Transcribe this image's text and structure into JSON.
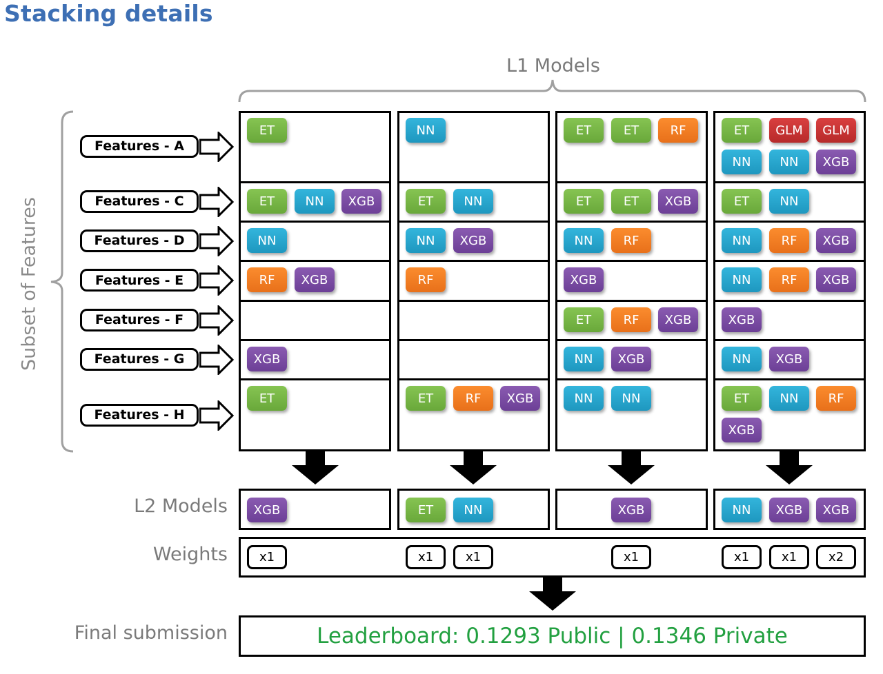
{
  "title": "Stacking details",
  "l1_label": "L1 Models",
  "subset_label": "Subset of Features",
  "l2_label": "L2 Models",
  "weights_label": "Weights",
  "final_label": "Final submission",
  "features": [
    "Features  - A",
    "Features  - C",
    "Features  - D",
    "Features  - E",
    "Features  - F",
    "Features  - G",
    "Features  - H"
  ],
  "l1_grid": [
    [
      [
        "ET"
      ],
      [
        "NN"
      ],
      [
        "ET",
        "ET",
        "RF"
      ],
      [
        "ET",
        "GLM",
        "GLM",
        "NN",
        "NN",
        "XGB"
      ]
    ],
    [
      [
        "ET",
        "NN",
        "XGB"
      ],
      [
        "ET",
        "NN"
      ],
      [
        "ET",
        "ET",
        "XGB"
      ],
      [
        "ET",
        "NN"
      ]
    ],
    [
      [
        "NN"
      ],
      [
        "NN",
        "XGB"
      ],
      [
        "NN",
        "RF"
      ],
      [
        "NN",
        "RF",
        "XGB"
      ]
    ],
    [
      [
        "RF",
        "XGB"
      ],
      [
        "RF"
      ],
      [
        "XGB"
      ],
      [
        "NN",
        "RF",
        "XGB"
      ]
    ],
    [
      [],
      [],
      [
        "ET",
        "RF",
        "XGB"
      ],
      [
        "XGB"
      ]
    ],
    [
      [
        "XGB"
      ],
      [],
      [
        "NN",
        "XGB"
      ],
      [
        "NN",
        "XGB"
      ]
    ],
    [
      [
        "ET"
      ],
      [
        "ET",
        "RF",
        "XGB"
      ],
      [
        "NN",
        "NN"
      ],
      [
        "ET",
        "NN",
        "RF",
        "XGB"
      ]
    ]
  ],
  "l2_models": [
    [
      "XGB"
    ],
    [
      "ET",
      "NN"
    ],
    [
      "XGB"
    ],
    [
      "NN",
      "XGB",
      "XGB"
    ]
  ],
  "weights": [
    [
      "x1"
    ],
    [
      "x1",
      "x1"
    ],
    [
      "x1"
    ],
    [
      "x1",
      "x1",
      "x2"
    ]
  ],
  "final_text": "Leaderboard: 0.1293 Public | 0.1346 Private",
  "colors": {
    "ET": "#78b746",
    "NN": "#28a6cf",
    "XGB": "#7b4ca4",
    "RF": "#f37e24",
    "GLM": "#c93434",
    "final_text": "#22a040",
    "title": "#3d6fb4"
  }
}
